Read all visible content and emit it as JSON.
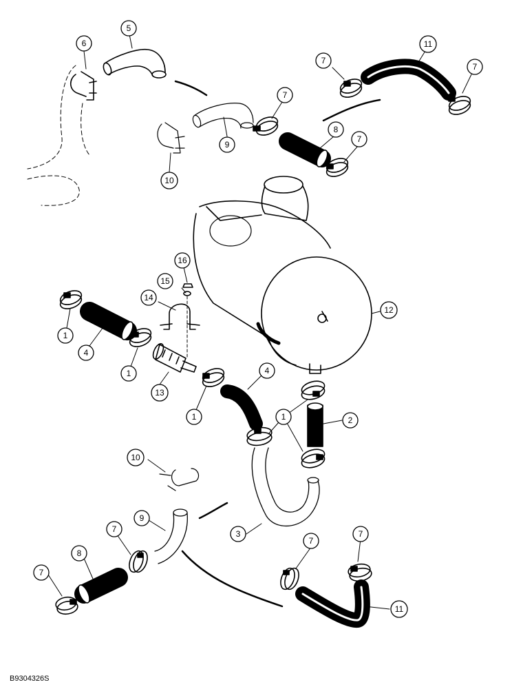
{
  "figure_code": "B9304326S",
  "callouts": [
    {
      "id": "c5-top",
      "label": "5"
    },
    {
      "id": "c6-top",
      "label": "6"
    },
    {
      "id": "c9-top",
      "label": "9"
    },
    {
      "id": "c10-top",
      "label": "10"
    },
    {
      "id": "c7-mid",
      "label": "7"
    },
    {
      "id": "c8-top",
      "label": "8"
    },
    {
      "id": "c7-b",
      "label": "7"
    },
    {
      "id": "c7-tl",
      "label": "7"
    },
    {
      "id": "c11-top",
      "label": "11"
    },
    {
      "id": "c7-tr",
      "label": "7"
    },
    {
      "id": "c16",
      "label": "16"
    },
    {
      "id": "c15",
      "label": "15"
    },
    {
      "id": "c14",
      "label": "14"
    },
    {
      "id": "c12",
      "label": "12"
    },
    {
      "id": "c1-left",
      "label": "1"
    },
    {
      "id": "c4-left",
      "label": "4"
    },
    {
      "id": "c1-mid",
      "label": "1"
    },
    {
      "id": "c13",
      "label": "13"
    },
    {
      "id": "c1-low",
      "label": "1"
    },
    {
      "id": "c4-right",
      "label": "4"
    },
    {
      "id": "c1-right",
      "label": "1"
    },
    {
      "id": "c2",
      "label": "2"
    },
    {
      "id": "c10-low",
      "label": "10"
    },
    {
      "id": "c9-low",
      "label": "9"
    },
    {
      "id": "c3",
      "label": "3"
    },
    {
      "id": "c7-bl2",
      "label": "7"
    },
    {
      "id": "c8-low",
      "label": "8"
    },
    {
      "id": "c7-bl",
      "label": "7"
    },
    {
      "id": "c7-bm",
      "label": "7"
    },
    {
      "id": "c7-br",
      "label": "7"
    },
    {
      "id": "c11-low",
      "label": "11"
    }
  ]
}
